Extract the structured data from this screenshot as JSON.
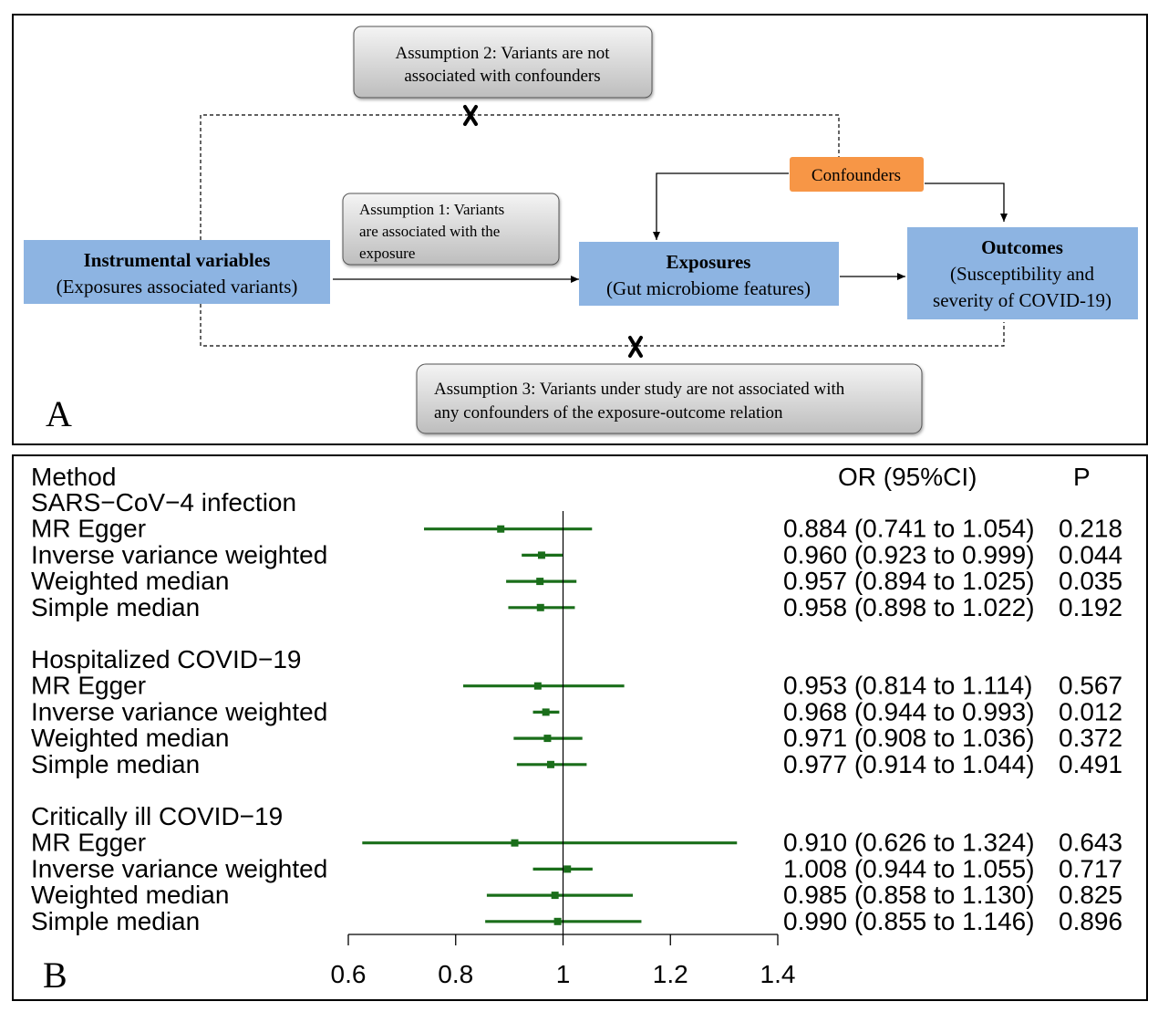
{
  "panel_a": {
    "panel_label": "A",
    "assumption2": [
      "Assumption 2: Variants are not",
      "associated with confounders"
    ],
    "assumption1": [
      "Assumption 1: Variants",
      "are associated with the",
      "exposure"
    ],
    "assumption3": [
      "Assumption 3: Variants under study are not associated with",
      "any confounders of the exposure-outcome relation"
    ],
    "confounders": "Confounders",
    "instrumental": {
      "title": "Instrumental variables",
      "subtitle": "(Exposures associated variants)"
    },
    "exposures": {
      "title": "Exposures",
      "subtitle": "(Gut microbiome features)"
    },
    "outcomes": {
      "title": "Outcomes",
      "line1": "(Susceptibility and",
      "line2": "severity of COVID-19)"
    },
    "colors": {
      "box_blue": "#8db4e2",
      "confounder_orange": "#f79646",
      "assumption_grey": "#d9d9d9"
    }
  },
  "panel_b": {
    "panel_label": "B",
    "header_method": "Method",
    "header_or": "OR (95%CI)",
    "header_p": "P",
    "colors": {
      "marker": "#1a6e1a",
      "text": "#000000"
    }
  },
  "chart_data": {
    "type": "forest",
    "xlim": [
      0.6,
      1.4
    ],
    "reference_line": 1,
    "xticks": [
      "0.6",
      "0.8",
      "1",
      "1.2",
      "1.4"
    ],
    "groups": [
      {
        "name": "SARS−CoV−4 infection",
        "rows": [
          {
            "method": "MR Egger",
            "or": 0.884,
            "lo": 0.741,
            "hi": 1.054,
            "ci_text": "0.884 (0.741 to 1.054)",
            "p": "0.218"
          },
          {
            "method": "Inverse variance weighted",
            "or": 0.96,
            "lo": 0.923,
            "hi": 0.999,
            "ci_text": "0.960 (0.923 to 0.999)",
            "p": "0.044"
          },
          {
            "method": "Weighted median",
            "or": 0.957,
            "lo": 0.894,
            "hi": 1.025,
            "ci_text": "0.957 (0.894 to 1.025)",
            "p": "0.035"
          },
          {
            "method": "Simple median",
            "or": 0.958,
            "lo": 0.898,
            "hi": 1.022,
            "ci_text": "0.958 (0.898 to 1.022)",
            "p": "0.192"
          }
        ]
      },
      {
        "name": "Hospitalized COVID−19",
        "rows": [
          {
            "method": "MR Egger",
            "or": 0.953,
            "lo": 0.814,
            "hi": 1.114,
            "ci_text": "0.953 (0.814 to 1.114)",
            "p": "0.567"
          },
          {
            "method": "Inverse variance weighted",
            "or": 0.968,
            "lo": 0.944,
            "hi": 0.993,
            "ci_text": "0.968 (0.944 to 0.993)",
            "p": "0.012"
          },
          {
            "method": "Weighted median",
            "or": 0.971,
            "lo": 0.908,
            "hi": 1.036,
            "ci_text": "0.971 (0.908 to 1.036)",
            "p": "0.372"
          },
          {
            "method": "Simple median",
            "or": 0.977,
            "lo": 0.914,
            "hi": 1.044,
            "ci_text": "0.977 (0.914 to 1.044)",
            "p": "0.491"
          }
        ]
      },
      {
        "name": "Critically ill COVID−19",
        "rows": [
          {
            "method": "MR Egger",
            "or": 0.91,
            "lo": 0.626,
            "hi": 1.324,
            "ci_text": "0.910 (0.626 to 1.324)",
            "p": "0.643"
          },
          {
            "method": "Inverse variance weighted",
            "or": 1.008,
            "lo": 0.944,
            "hi": 1.055,
            "ci_text": "1.008 (0.944 to 1.055)",
            "p": "0.717"
          },
          {
            "method": "Weighted median",
            "or": 0.985,
            "lo": 0.858,
            "hi": 1.13,
            "ci_text": "0.985 (0.858 to 1.130)",
            "p": "0.825"
          },
          {
            "method": "Simple median",
            "or": 0.99,
            "lo": 0.855,
            "hi": 1.146,
            "ci_text": "0.990 (0.855 to 1.146)",
            "p": "0.896"
          }
        ]
      }
    ]
  }
}
